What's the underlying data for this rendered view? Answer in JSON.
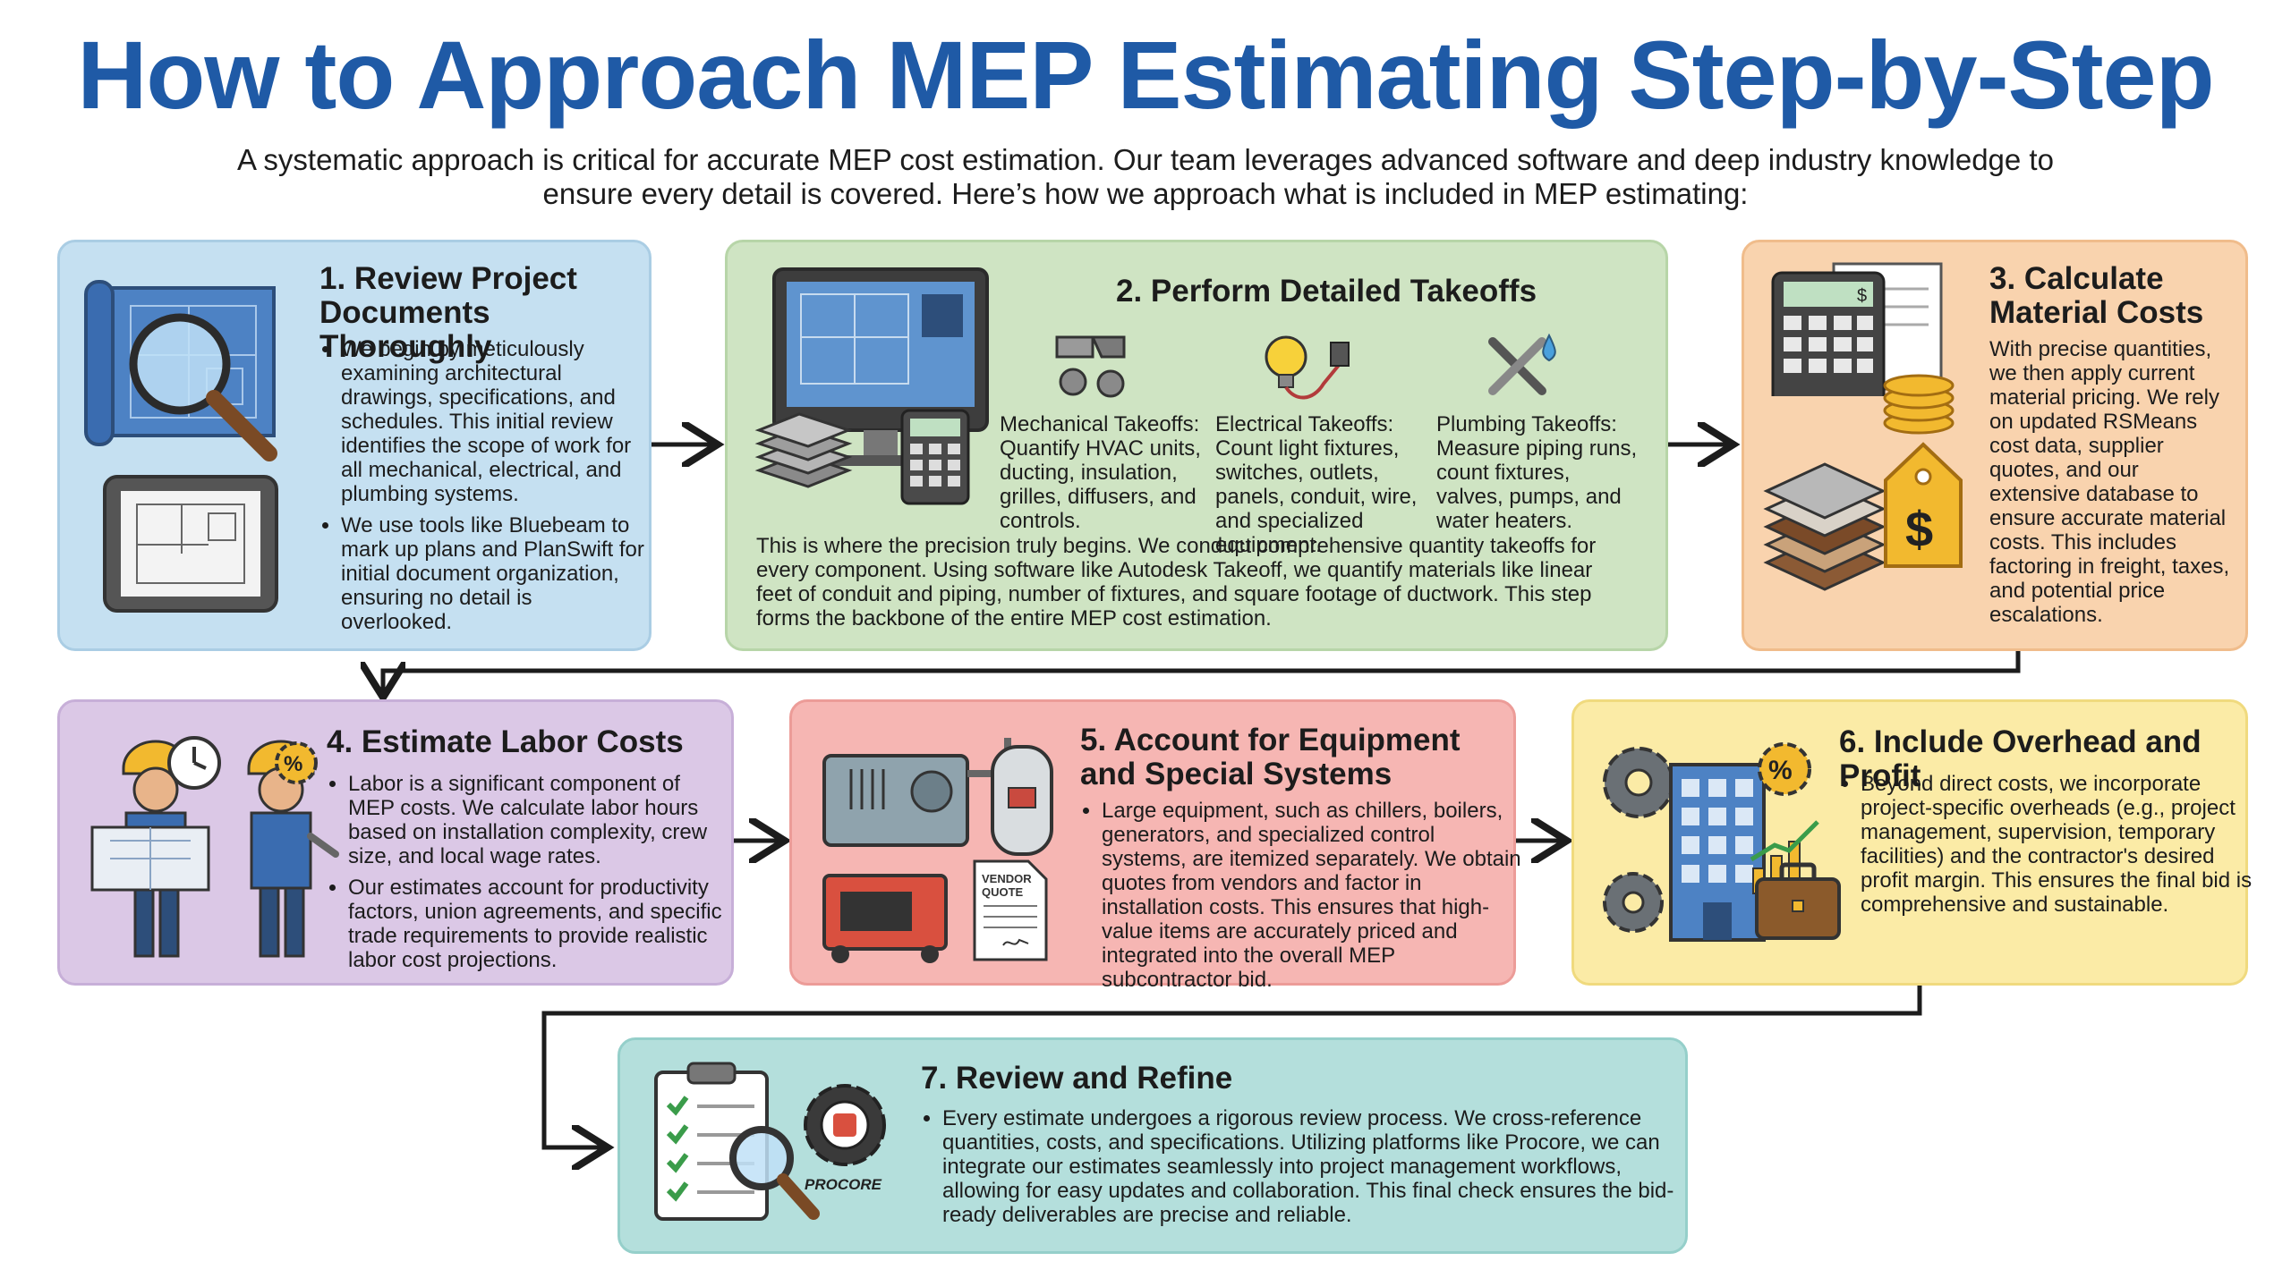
{
  "header": {
    "title": "How to Approach MEP Estimating Step-by-Step",
    "subtitle": "A systematic approach is critical for accurate MEP cost estimation. Our team leverages advanced software and deep industry knowledge to ensure every detail is covered. Here’s how we approach what is included in MEP estimating:"
  },
  "steps": [
    {
      "title": "1. Review Project Documents Thoroughly",
      "bullets": [
        "We begin by meticulously examining architectural drawings, specifications, and schedules. This initial review identifies the scope of work for all mechanical, electrical, and plumbing systems.",
        "We use tools like Bluebeam to mark up plans and PlanSwift for initial document organization, ensuring no detail is overlooked."
      ]
    },
    {
      "title": "2. Perform Detailed Takeoffs",
      "sub": [
        {
          "heading": "Mechanical Takeoffs:",
          "body": "Quantify HVAC units, ducting, insulation, grilles, diffusers, and controls."
        },
        {
          "heading": "Electrical Takeoffs:",
          "body": "Count light fixtures, switches, outlets, panels, conduit, wire, and specialized equipment."
        },
        {
          "heading": "Plumbing Takeoffs:",
          "body": "Measure piping runs, count fixtures, valves, pumps, and water heaters."
        }
      ],
      "body": "This is where the precision truly begins. We conduct comprehensive quantity takeoffs for every component. Using software like Autodesk Takeoff, we quantify materials like linear feet of conduit and piping, number of fixtures, and square footage of ductwork. This step forms the backbone of the entire MEP cost estimation."
    },
    {
      "title": "3. Calculate Material Costs",
      "body": "With precise quantities, we then apply current material pricing. We rely on updated RSMeans cost data, supplier quotes, and our extensive database to ensure accurate material costs. This includes factoring in freight, taxes, and potential price escalations."
    },
    {
      "title": "4. Estimate Labor Costs",
      "bullets": [
        "Labor is a significant component of MEP costs. We calculate labor hours based on installation complexity, crew size, and local wage rates.",
        "Our estimates account for productivity factors, union agreements, and specific trade requirements to provide realistic labor cost projections."
      ]
    },
    {
      "title": "5. Account for Equipment and Special Systems",
      "bullets": [
        "Large equipment, such as chillers, boilers, generators, and specialized control systems, are itemized separately. We obtain quotes from vendors and factor in installation costs. This ensures that high-value items are accurately priced and integrated into the overall MEP subcontractor bid."
      ],
      "quote_label": "VENDOR QUOTE"
    },
    {
      "title": "6. Include Overhead and Profit",
      "bullets": [
        "Beyond direct costs, we incorporate project-specific overheads (e.g., project management, supervision, temporary facilities) and the contractor's desired profit margin. This ensures the final bid is comprehensive and sustainable."
      ]
    },
    {
      "title": "7. Review and Refine",
      "bullets": [
        "Every estimate undergoes a rigorous review process. We cross-reference quantities, costs, and specifications. Utilizing platforms like Procore, we can integrate our estimates seamlessly into project management workflows, allowing for easy updates and collaboration. This final check ensures the bid-ready deliverables are precise and reliable."
      ],
      "logo_label": "PROCORE"
    }
  ],
  "icons": {
    "step1": [
      "blueprint-magnifier-icon",
      "tablet-floorplan-icon"
    ],
    "step2": [
      "computer-plan-icon",
      "materials-stack-icon",
      "calculator-icon",
      "hvac-duct-icon",
      "lightbulb-plug-icon",
      "wrench-water-icon"
    ],
    "step3": [
      "calculator-dollar-icon",
      "coins-icon",
      "materials-layers-icon",
      "price-tag-icon"
    ],
    "step4": [
      "workers-icon",
      "clock-icon",
      "percent-gear-icon"
    ],
    "step5": [
      "chiller-icon",
      "water-heater-icon",
      "generator-icon",
      "vendor-quote-icon"
    ],
    "step6": [
      "gears-icon",
      "building-icon",
      "chart-growth-icon",
      "briefcase-icon",
      "percent-gear-icon"
    ],
    "step7": [
      "checklist-icon",
      "magnifier-icon",
      "procore-gear-icon"
    ]
  },
  "colors": {
    "title": "#1f5aa6",
    "step1": "#c5e0f1",
    "step2": "#cfe4c3",
    "step3": "#f9d3ae",
    "step4": "#dbc8e6",
    "step5": "#f6b6b3",
    "step6": "#fbeba6",
    "step7": "#b4dfdc",
    "arrow": "#1c1c1c"
  }
}
